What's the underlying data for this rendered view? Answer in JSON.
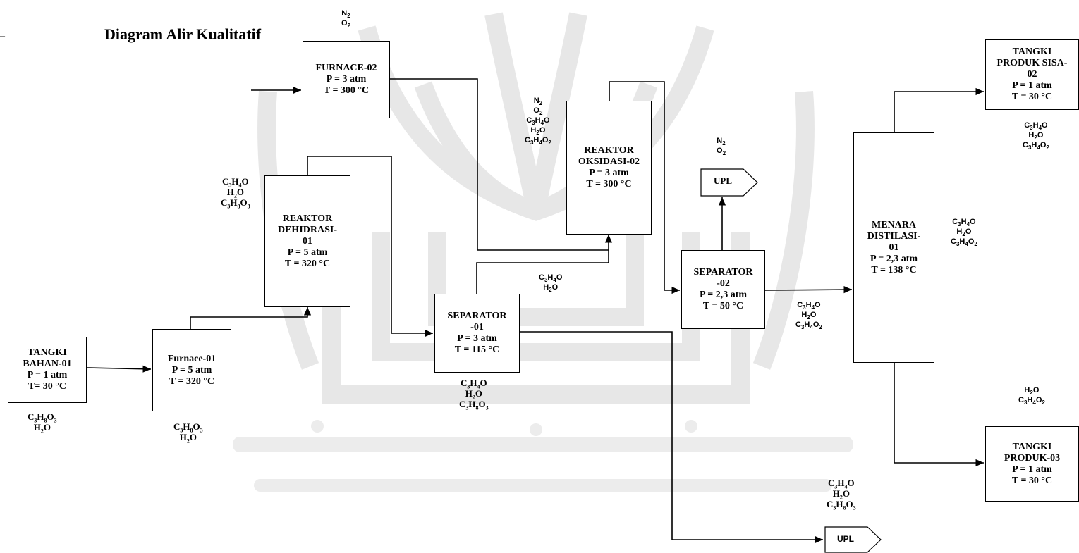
{
  "title": "Diagram Alir Kualitatif",
  "section_mark": "–",
  "units": {
    "tangki_bahan_01": [
      "TANGKI",
      "BAHAN-01",
      "P = 1 atm",
      "T= 30 °C"
    ],
    "furnace_01": [
      "Furnace-01",
      "P = 5 atm",
      "T = 320 °C"
    ],
    "furnace_02": [
      "FURNACE-02",
      "P = 3 atm",
      "T = 300 °C"
    ],
    "reaktor_dehidrasi_01": [
      "REAKTOR",
      "DEHIDRASI-",
      "01",
      "P = 5 atm",
      "T = 320 °C"
    ],
    "separator_01": [
      "SEPARATOR",
      "-01",
      "P = 3 atm",
      "T = 115 °C"
    ],
    "reaktor_oksidasi_02": [
      "REAKTOR",
      "OKSIDASI-02",
      "P = 3 atm",
      "T = 300 °C"
    ],
    "separator_02": [
      "SEPARATOR",
      "-02",
      "P = 2,3 atm",
      "T = 50 °C"
    ],
    "menara_distilasi_01": [
      "MENARA",
      "DISTILASI-",
      "01",
      "P = 2,3 atm",
      "T = 138 °C"
    ],
    "tangki_produk_sisa_02": [
      "TANGKI",
      "PRODUK SISA-",
      "02",
      "P = 1 atm",
      "T = 30 °C"
    ],
    "tangki_produk_03": [
      "TANGKI",
      "PRODUK-03",
      "P = 1 atm",
      "T = 30 °C"
    ]
  },
  "upl": {
    "upl_1": "UPL",
    "upl_2": "UPL"
  },
  "streams": {
    "feed_tangki": [
      "C3H8O3",
      "H2O"
    ],
    "feed_furnace": [
      "C3H8O3",
      "H2O"
    ],
    "air_in": [
      "N2",
      "O2"
    ],
    "reaktor1_in": [
      "C3H4O",
      "H2O",
      "C3H8O3"
    ],
    "sep1_bottom": [
      "C3H4O",
      "H2O",
      "C3H8O3"
    ],
    "sep1_top": [
      "C3H4O",
      "H2O"
    ],
    "reaktor2_in": [
      "N2",
      "O2",
      "C3H4O",
      "H2O",
      "C3H4O2"
    ],
    "sep2_top": [
      "N2",
      "O2"
    ],
    "sep2_bottom": [
      "C3H4O",
      "H2O",
      "C3H4O2"
    ],
    "distilasi_feed": [
      "C3H4O",
      "H2O",
      "C3H4O2"
    ],
    "distilasi_top": [
      "C3H4O",
      "H2O",
      "C3H4O2"
    ],
    "distilasi_bottom": [
      "H2O",
      "C3H4O2"
    ],
    "upl2_in": [
      "C3H4O",
      "H2O",
      "C3H8O3"
    ]
  },
  "colors": {
    "line": "#000000",
    "watermark": "#d9d9d9"
  }
}
